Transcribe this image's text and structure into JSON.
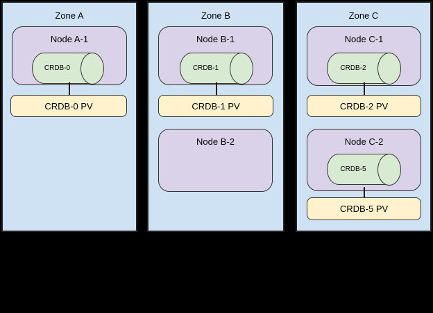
{
  "colors": {
    "background": "#000000",
    "zone_fill": "#cfe2f3",
    "zone_border": "#222222",
    "node_fill": "#d9d2e9",
    "pod_fill": "#d9ead3",
    "pv_fill": "#fff2cc",
    "shape_border": "#333333",
    "text": "#000000"
  },
  "zones": [
    {
      "label": "Zone A",
      "nodes": [
        {
          "label": "Node A-1",
          "pod": "CRDB-0"
        }
      ],
      "pvs": [
        "CRDB-0 PV"
      ]
    },
    {
      "label": "Zone B",
      "nodes": [
        {
          "label": "Node B-1",
          "pod": "CRDB-1"
        },
        {
          "label": "Node B-2"
        }
      ],
      "pvs": [
        "CRDB-1 PV"
      ]
    },
    {
      "label": "Zone C",
      "nodes": [
        {
          "label": "Node C-1",
          "pod": "CRDB-2"
        },
        {
          "label": "Node C-2",
          "pod": "CRDB-5"
        }
      ],
      "pvs": [
        "CRDB-2 PV",
        "CRDB-5 PV"
      ]
    }
  ]
}
